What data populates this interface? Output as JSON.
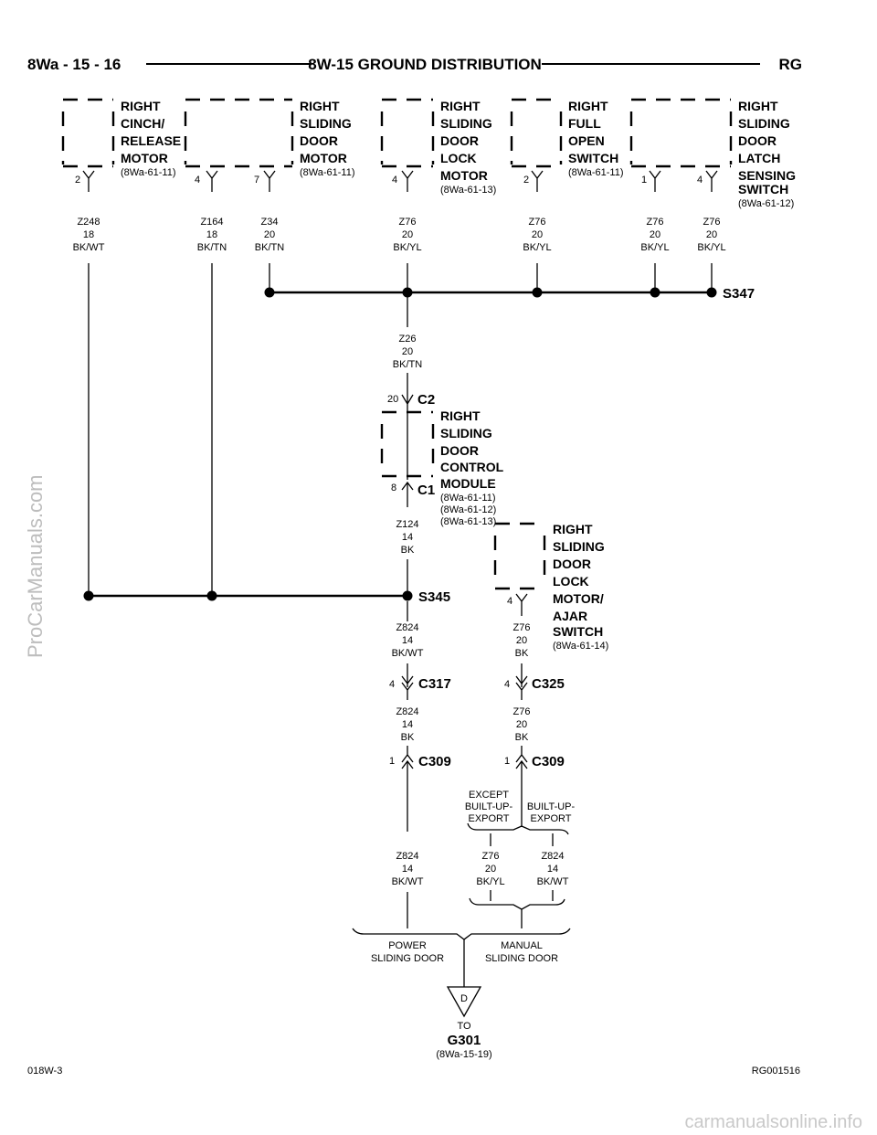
{
  "header": {
    "page": "8Wa - 15 - 16",
    "title": "8W-15 GROUND DISTRIBUTION",
    "code": "RG"
  },
  "components": {
    "cinch_motor": {
      "lines": [
        "RIGHT",
        "CINCH/",
        "RELEASE",
        "MOTOR"
      ],
      "ref": "(8Wa-61-11)",
      "pins": [
        "2"
      ]
    },
    "door_motor": {
      "lines": [
        "RIGHT",
        "SLIDING",
        "DOOR",
        "MOTOR"
      ],
      "ref": "(8Wa-61-11)",
      "pins": [
        "4",
        "7"
      ]
    },
    "door_lock_motor": {
      "lines": [
        "RIGHT",
        "SLIDING",
        "DOOR",
        "LOCK",
        "MOTOR"
      ],
      "ref": "(8Wa-61-13)",
      "pins": [
        "4"
      ]
    },
    "full_open_switch": {
      "lines": [
        "RIGHT",
        "FULL",
        "OPEN",
        "SWITCH"
      ],
      "ref": "(8Wa-61-11)",
      "pins": [
        "2"
      ]
    },
    "latch_sensing_switch": {
      "lines": [
        "RIGHT",
        "SLIDING",
        "DOOR",
        "LATCH",
        "SENSING",
        "SWITCH"
      ],
      "ref": "(8Wa-61-12)",
      "pins": [
        "1",
        "4"
      ]
    },
    "control_module": {
      "lines": [
        "RIGHT",
        "SLIDING",
        "DOOR",
        "CONTROL",
        "MODULE"
      ],
      "refs": [
        "(8Wa-61-11)",
        "(8Wa-61-12)",
        "(8Wa-61-13)"
      ],
      "connector_top": "C2",
      "pin_top": "20",
      "connector_bottom": "C1",
      "pin_bottom": "8"
    },
    "lock_motor_ajar": {
      "lines": [
        "RIGHT",
        "SLIDING",
        "DOOR",
        "LOCK",
        "MOTOR/",
        "AJAR",
        "SWITCH"
      ],
      "ref": "(8Wa-61-14)",
      "pins": [
        "4"
      ]
    }
  },
  "wires": {
    "z248": [
      "Z248",
      "18",
      "BK/WT"
    ],
    "z164": [
      "Z164",
      "18",
      "BK/TN"
    ],
    "z34": [
      "Z34",
      "20",
      "BK/TN"
    ],
    "z76_lock": [
      "Z76",
      "20",
      "BK/YL"
    ],
    "z76_switch": [
      "Z76",
      "20",
      "BK/YL"
    ],
    "z76_latch1": [
      "Z76",
      "20",
      "BK/YL"
    ],
    "z76_latch4": [
      "Z76",
      "20",
      "BK/YL"
    ],
    "z26": [
      "Z26",
      "20",
      "BK/TN"
    ],
    "z124": [
      "Z124",
      "14",
      "BK"
    ],
    "z824_a": [
      "Z824",
      "14",
      "BK/WT"
    ],
    "z824_b": [
      "Z824",
      "14",
      "BK"
    ],
    "z824_c": [
      "Z824",
      "14",
      "BK/WT"
    ],
    "z76_ajar": [
      "Z76",
      "20",
      "BK"
    ],
    "z76_c325": [
      "Z76",
      "20",
      "BK"
    ],
    "z76_except": [
      "Z76",
      "20",
      "BK/YL"
    ],
    "z824_export": [
      "Z824",
      "14",
      "BK/WT"
    ]
  },
  "splices": {
    "s347": "S347",
    "s345": "S345"
  },
  "connectors": {
    "c317": {
      "name": "C317",
      "pin": "4"
    },
    "c325": {
      "name": "C325",
      "pin": "4"
    },
    "c309_left": {
      "name": "C309",
      "pin": "1"
    },
    "c309_right": {
      "name": "C309",
      "pin": "1"
    }
  },
  "options": {
    "except_export": [
      "EXCEPT",
      "BUILT-UP-",
      "EXPORT"
    ],
    "export": [
      "BUILT-UP-",
      "EXPORT"
    ],
    "power_door": [
      "POWER",
      "SLIDING DOOR"
    ],
    "manual_door": [
      "MANUAL",
      "SLIDING DOOR"
    ]
  },
  "ground": {
    "symbol": "D",
    "to": "TO",
    "name": "G301",
    "ref": "(8Wa-15-19)"
  },
  "footer": {
    "left": "018W-3",
    "right": "RG001516"
  },
  "watermarks": {
    "side": "ProCarManuals.com",
    "bottom": "carmanualsonline.info"
  }
}
